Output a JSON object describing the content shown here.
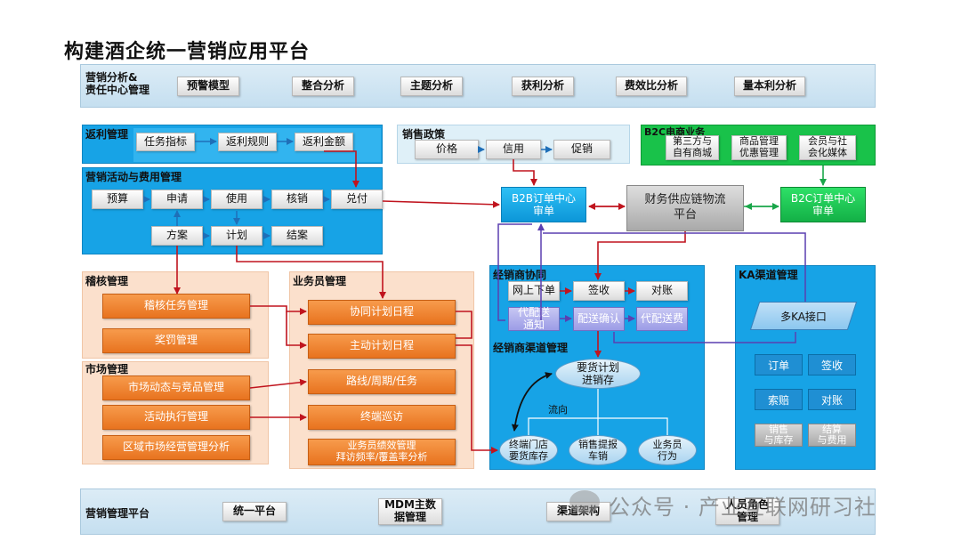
{
  "title": "构建酒企统一营销应用平台",
  "top_band": {
    "label": "营销分析&\n责任中心管理",
    "items": [
      "预警模型",
      "整合分析",
      "主题分析",
      "获利分析",
      "费效比分析",
      "量本利分析"
    ]
  },
  "rebate": {
    "label": "返利管理",
    "items": [
      "任务指标",
      "返利规则",
      "返利金额"
    ]
  },
  "activity": {
    "label": "营销活动与费用管理",
    "row1": [
      "预算",
      "申请",
      "使用",
      "核销",
      "兑付"
    ],
    "row2": [
      "方案",
      "计划",
      "结案"
    ]
  },
  "sales_policy": {
    "label": "销售政策",
    "items": [
      "价格",
      "信用",
      "促销"
    ]
  },
  "b2c_business": {
    "label": "B2C电商业务",
    "items": [
      "第三方与\n自有商城",
      "商品管理\n优惠管理",
      "会员与社\n会化媒体"
    ]
  },
  "center": {
    "b2b": "B2B订单中心\n审单",
    "finance": "财务供应链物流\n平台",
    "b2c": "B2C订单中心\n审单"
  },
  "audit": {
    "label": "稽核管理",
    "items": [
      "稽核任务管理",
      "奖罚管理"
    ]
  },
  "market": {
    "label": "市场管理",
    "items": [
      "市场动态与竞品管理",
      "活动执行管理",
      "区域市场经营管理分析"
    ]
  },
  "salesman": {
    "label": "业务员管理",
    "items": [
      "协同计划日程",
      "主动计划日程",
      "路线/周期/任务",
      "终端巡访",
      "业务员绩效管理\n拜访频率/覆盖率分析"
    ]
  },
  "dealer_collab": {
    "label": "经销商协同",
    "row1": [
      "网上下单",
      "签收",
      "对账"
    ],
    "row2": [
      "代配送\n通知",
      "配送确认",
      "代配送费"
    ]
  },
  "dealer_channel": {
    "label": "经销商渠道管理",
    "top": "要货计划\n进销存",
    "flow": "流向",
    "bottom": [
      "终端门店\n要货库存",
      "销售提报\n车销",
      "业务员\n行为"
    ]
  },
  "ka": {
    "label": "KA渠道管理",
    "interface": "多KA接口",
    "items": [
      "订单",
      "签收",
      "索赔",
      "对账",
      "销售\n与库存",
      "结算\n与费用"
    ]
  },
  "bottom_band": {
    "label": "营销管理平台",
    "items": [
      "统一平台",
      "MDM主数\n据管理",
      "渠道架构",
      "人员角色\n管理"
    ]
  },
  "watermark": "公众号 · 产业互联网研习社",
  "colors": {
    "blue": "#17a3e6",
    "orange": "#e8731f",
    "green": "#19c24a",
    "peach": "#fbe0cc",
    "arrow_red": "#c0141e",
    "arrow_purple": "#5a3fb0",
    "arrow_green": "#1aa64a"
  }
}
